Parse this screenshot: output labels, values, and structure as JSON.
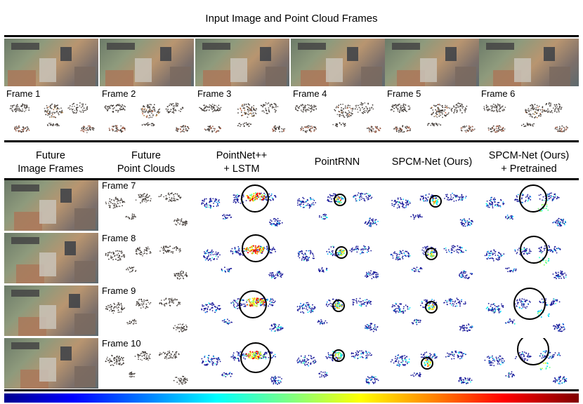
{
  "figure": {
    "top_title": "Input Image and Point Cloud Frames",
    "input_frame_labels": [
      "Frame 1",
      "Frame 2",
      "Frame 3",
      "Frame 4",
      "Frame 5",
      "Frame 6"
    ],
    "column_headers": [
      {
        "line1": "Future",
        "line2": "Image Frames"
      },
      {
        "line1": "Future",
        "line2": "Point Clouds"
      },
      {
        "line1": "PointNet++",
        "line2": "+ LSTM"
      },
      {
        "line1": "PointRNN",
        "line2": ""
      },
      {
        "line1": "SPCM-Net (Ours)",
        "line2": ""
      },
      {
        "line1": "SPCM-Net (Ours)",
        "line2": "+ Pretrained"
      }
    ],
    "future_frame_labels": [
      "Frame 7",
      "Frame 8",
      "Frame 9",
      "Frame 10"
    ],
    "colors": {
      "cloud_gray": "#4a4542",
      "pred_blue": "#1a1a9a",
      "highlight_circle": "#000000"
    }
  }
}
